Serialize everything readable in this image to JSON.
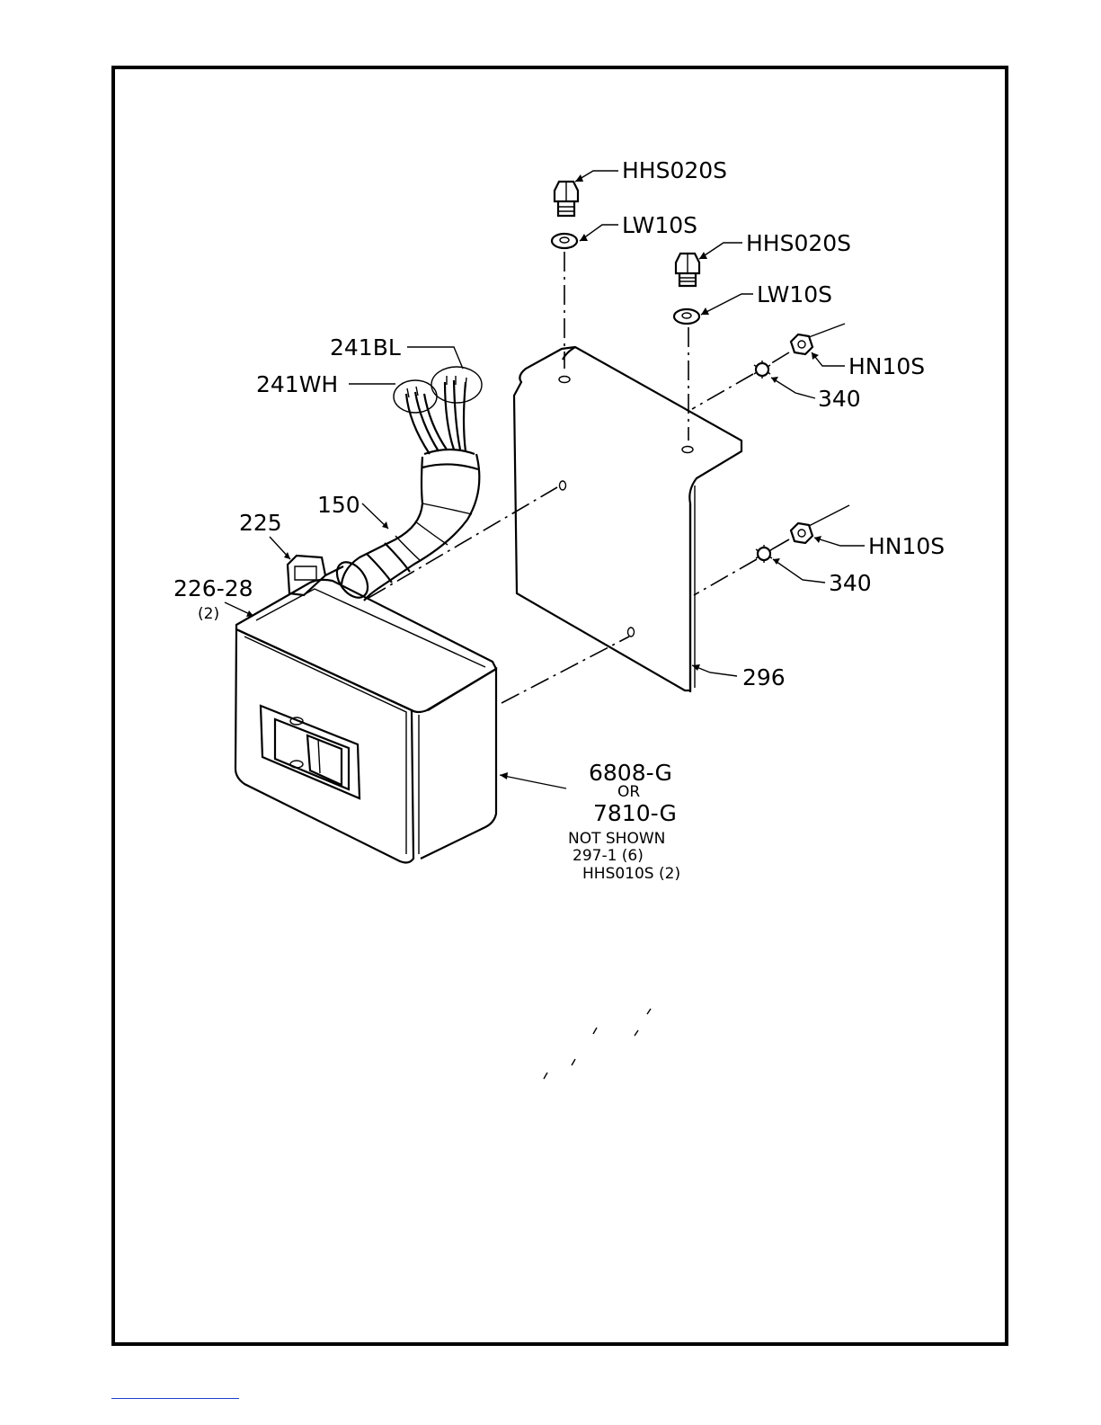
{
  "callouts": {
    "bolt_top": "HHS020S",
    "washer_top": "LW10S",
    "bolt_right": "HHS020S",
    "washer_right": "LW10S",
    "nut_upper": "HN10S",
    "star_washer_upper": "340",
    "nut_lower": "HN10S",
    "star_washer_lower": "340",
    "wire_blue": "241BL",
    "wire_white": "241WH",
    "conduit": "150",
    "connector": "225",
    "clip": "226-28",
    "clip_qty": "(2)",
    "bracket": "296"
  },
  "switch_box": {
    "part_a": "6808-G",
    "or_text": "OR",
    "part_b": "7810-G",
    "not_shown": "NOT SHOWN",
    "note_1": "297-1 (6)",
    "note_2": "HHS010S (2)"
  }
}
